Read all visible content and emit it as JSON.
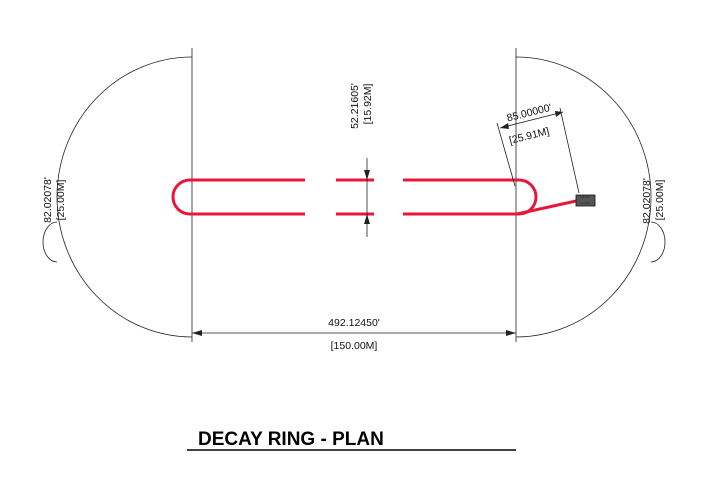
{
  "title": "DECAY RING - PLAN",
  "dimensions": {
    "straight_length_ft": "492.12450'",
    "straight_length_m": "[150.00M]",
    "spacing_ft": "52.21605'",
    "spacing_m": "[15.92M]",
    "left_radius_ft": "82.02078'",
    "left_radius_m": "[25.00M]",
    "right_radius_ft": "82.02078'",
    "right_radius_m": "[25.00M]",
    "extraction_ft": "85.00000'",
    "extraction_m": "[25.91M]"
  },
  "colors": {
    "ring": "#e8173a",
    "line": "#222222",
    "magnet": "#555555"
  }
}
